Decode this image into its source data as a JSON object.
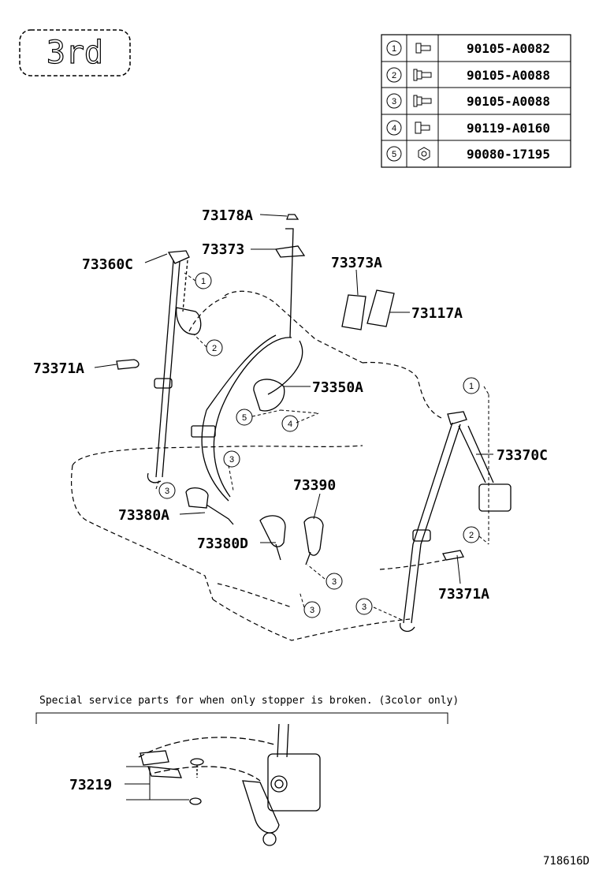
{
  "header_badge": "3rd",
  "fastener_table": {
    "rows": [
      {
        "index": "1",
        "part": "90105-A0082",
        "icon": "bolt-icon"
      },
      {
        "index": "2",
        "part": "90105-A0088",
        "icon": "flange-bolt-icon"
      },
      {
        "index": "3",
        "part": "90105-A0088",
        "icon": "flange-bolt-icon"
      },
      {
        "index": "4",
        "part": "90119-A0160",
        "icon": "bolt-icon"
      },
      {
        "index": "5",
        "part": "90080-17195",
        "icon": "nut-icon"
      }
    ]
  },
  "callouts": {
    "p73178A": "73178A",
    "p73373": "73373",
    "p73360C": "73360C",
    "p73373A": "73373A",
    "p73117A": "73117A",
    "p73371A_left": "73371A",
    "p73350A": "73350A",
    "p73370C": "73370C",
    "p73390": "73390",
    "p73380A": "73380A",
    "p73380D": "73380D",
    "p73371A_right": "73371A",
    "p73219": "73219"
  },
  "markers": {
    "m1a": "1",
    "m2a": "2",
    "m5": "5",
    "m4": "4",
    "m3a": "3",
    "m3b": "3",
    "m1b": "1",
    "m2b": "2",
    "m3c": "3",
    "m3d": "3",
    "m3e": "3"
  },
  "note": "Special service parts for when only stopper is broken. (3color only)",
  "diagram_code": "718616D"
}
